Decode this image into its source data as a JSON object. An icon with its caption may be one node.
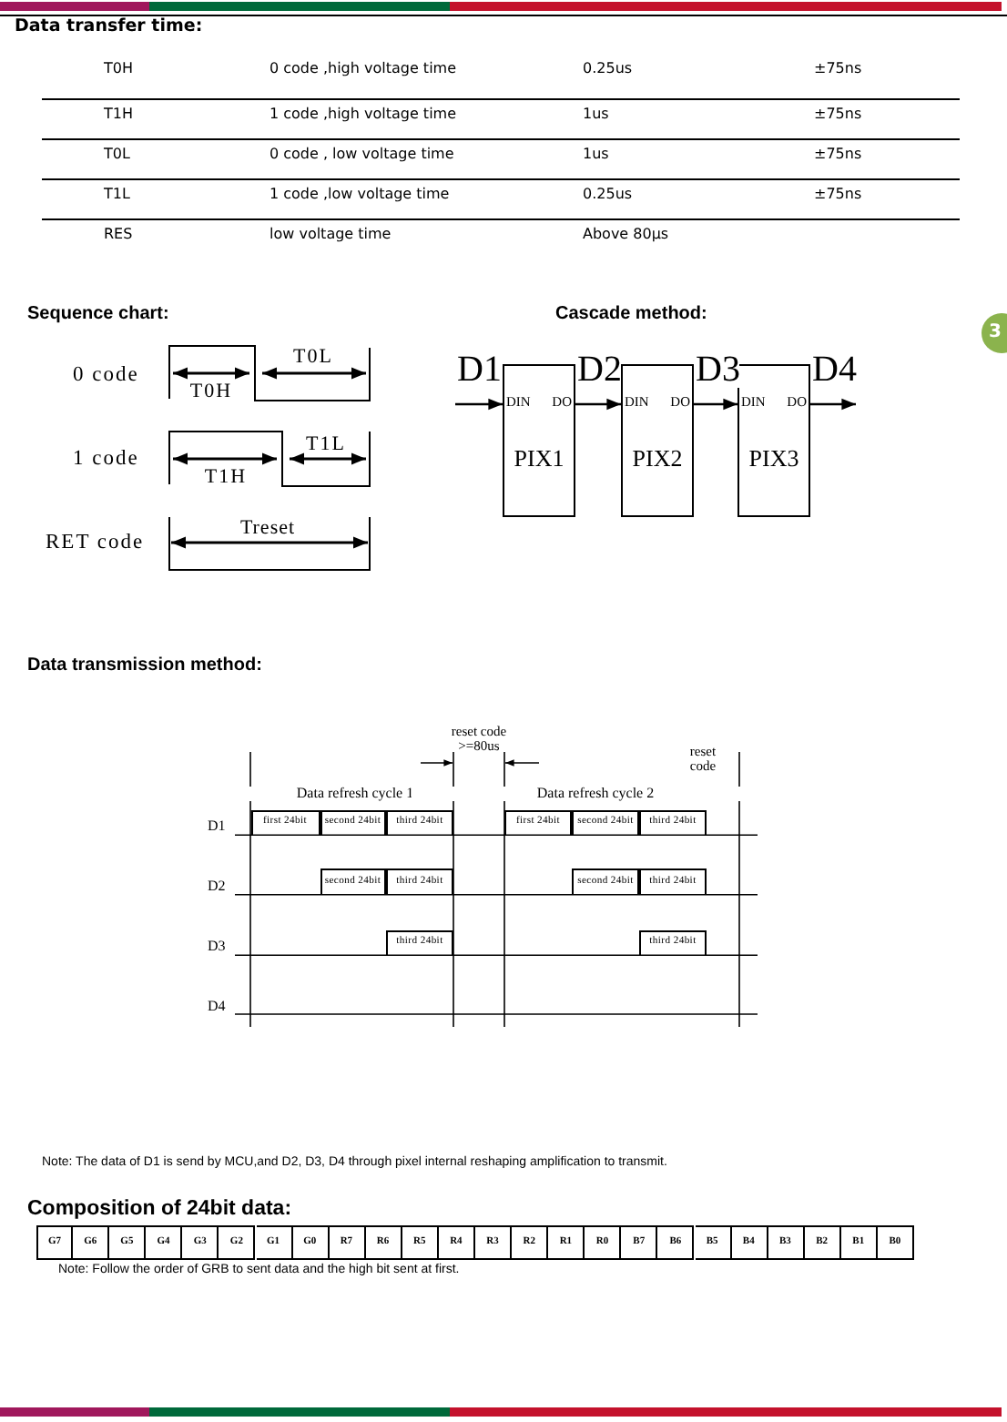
{
  "diagram": {
    "nodes": [
      {
        "text": [
          "DIN",
          "DO",
          "PIX1"
        ]
      },
      {
        "text": [
          "DIN",
          "DO",
          "PIX2"
        ]
      },
      {
        "text": [
          "DIN",
          "DO",
          "PIX3"
        ]
      }
    ],
    "edges": [
      {
        "from": null,
        "to": 0,
        "arrow": "to",
        "label": "D1"
      },
      {
        "from": 0,
        "to": 1,
        "arrow": "to",
        "label": "D2"
      },
      {
        "from": 1,
        "to": 2,
        "arrow": "to",
        "label": "D3"
      },
      {
        "from": 2,
        "to": null,
        "arrow": "to",
        "label": "D4"
      }
    ],
    "labels": [
      "Data transfer time:",
      "T0H",
      "0 code ,high voltage time",
      "0.25us",
      "±75ns",
      "T1H",
      "1 code ,high voltage time",
      "1us",
      "±75ns",
      "T0L",
      "0 code , low voltage time",
      "1us",
      "±75ns",
      "T1L",
      "1 code ,low voltage time",
      "0.25us",
      "±75ns",
      "RES",
      "low voltage time",
      "Above 80µs",
      "3",
      "Sequence chart:",
      "Cascade method:",
      "0 code",
      "T0L",
      "T0H",
      "1 code",
      "T1L",
      "T1H",
      "RET code",
      "Treset",
      "Data transmission method:",
      "reset code",
      ">=80us",
      "reset code",
      "Data refresh cycle 1",
      "Data refresh cycle 2",
      "D1",
      "first 24bit",
      "second 24bit",
      "third 24bit",
      "first 24bit",
      "second 24bit",
      "third 24bit",
      "D2",
      "second 24bit",
      "third 24bit",
      "second 24bit",
      "third 24bit",
      "D3",
      "third 24bit",
      "third 24bit",
      "D4",
      "Note: The data of D1 is send by MCU,and D2, D3, D4 through pixel internal reshaping amplification to transmit.",
      "Composition of 24bit data:",
      "G7",
      "G6",
      "G5",
      "G4",
      "G3",
      "G2",
      "G1",
      "G0",
      "R7",
      "R6",
      "R5",
      "R4",
      "R3",
      "R2",
      "R1",
      "R0",
      "B7",
      "B6",
      "B5",
      "B4",
      "B3",
      "B2",
      "B1",
      "B0",
      "Note: Follow the order of GRB to sent data and the high bit sent at first."
    ]
  }
}
